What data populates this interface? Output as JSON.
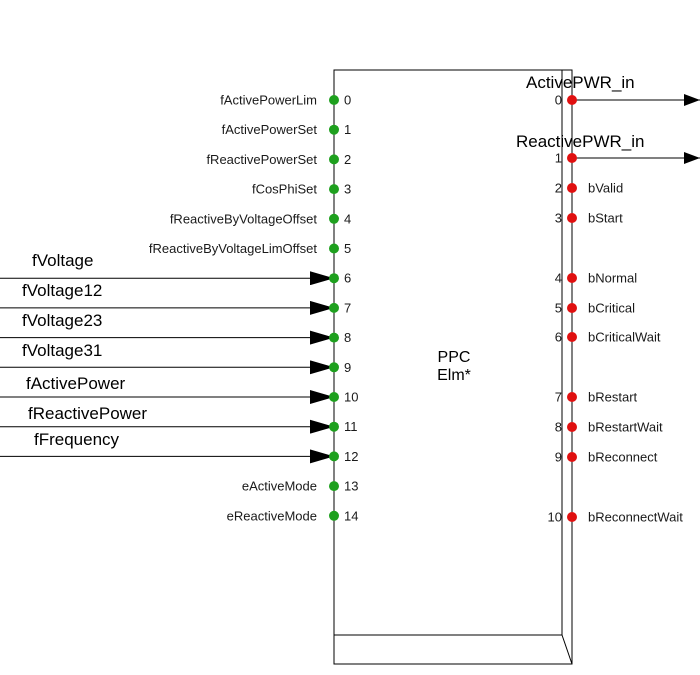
{
  "block": {
    "name": "PPC",
    "subtitle": "Elm*"
  },
  "colors": {
    "input_port": "#1ea01e",
    "output_port": "#e01010",
    "line": "#000000"
  },
  "inputs": [
    {
      "num": "0",
      "label": "fActivePowerLim",
      "signal": ""
    },
    {
      "num": "1",
      "label": "fActivePowerSet",
      "signal": ""
    },
    {
      "num": "2",
      "label": "fReactivePowerSet",
      "signal": ""
    },
    {
      "num": "3",
      "label": "fCosPhiSet",
      "signal": ""
    },
    {
      "num": "4",
      "label": "fReactiveByVoltageOffset",
      "signal": ""
    },
    {
      "num": "5",
      "label": "fReactiveByVoltageLimOffset",
      "signal": ""
    },
    {
      "num": "6",
      "label": "",
      "signal": "fVoltage"
    },
    {
      "num": "7",
      "label": "",
      "signal": "fVoltage12"
    },
    {
      "num": "8",
      "label": "",
      "signal": "fVoltage23"
    },
    {
      "num": "9",
      "label": "",
      "signal": "fVoltage31"
    },
    {
      "num": "10",
      "label": "",
      "signal": "fActivePower"
    },
    {
      "num": "11",
      "label": "",
      "signal": "fReactivePower"
    },
    {
      "num": "12",
      "label": "",
      "signal": "fFrequency"
    },
    {
      "num": "13",
      "label": "eActiveMode",
      "signal": ""
    },
    {
      "num": "14",
      "label": "eReactiveMode",
      "signal": ""
    }
  ],
  "outputs": [
    {
      "num": "0",
      "label": "",
      "signal": "ActivePWR_in"
    },
    {
      "num": "1",
      "label": "",
      "signal": "ReactivePWR_in"
    },
    {
      "num": "2",
      "label": "bValid",
      "signal": ""
    },
    {
      "num": "3",
      "label": "bStart",
      "signal": ""
    },
    {
      "num": "4",
      "label": "bNormal",
      "signal": ""
    },
    {
      "num": "5",
      "label": "bCritical",
      "signal": ""
    },
    {
      "num": "6",
      "label": "bCriticalWait",
      "signal": ""
    },
    {
      "num": "7",
      "label": "bRestart",
      "signal": ""
    },
    {
      "num": "8",
      "label": "bRestartWait",
      "signal": ""
    },
    {
      "num": "9",
      "label": "bReconnect",
      "signal": ""
    },
    {
      "num": "10",
      "label": "bReconnectWait",
      "signal": ""
    }
  ]
}
